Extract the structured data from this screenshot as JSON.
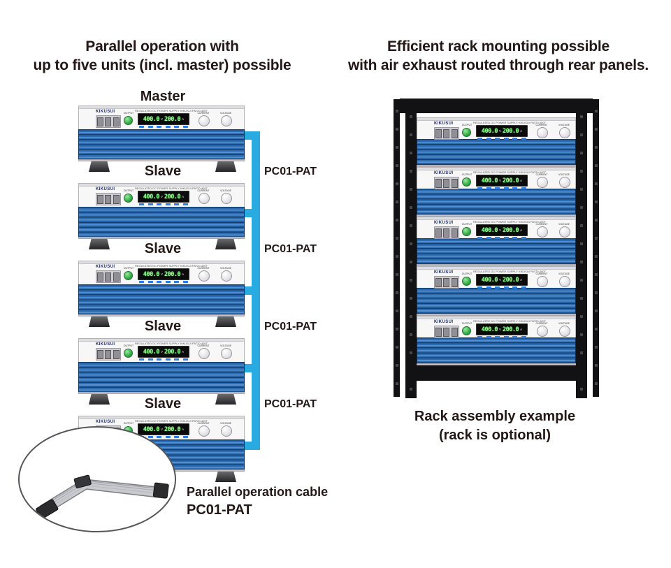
{
  "left": {
    "title_line1": "Parallel operation with",
    "title_line2": "up to five units (incl. master) possible",
    "master_label": "Master",
    "slave_label": "Slave",
    "cable_label": "PC01-PAT",
    "cable_caption_line1": "Parallel operation cable",
    "cable_caption_line2": "PC01-PAT"
  },
  "right": {
    "title_line1": "Efficient rack mounting possible",
    "title_line2": "with air exhaust routed through rear panels.",
    "caption_line1": "Rack assembly example",
    "caption_line2": "(rack is optional)"
  },
  "unit": {
    "brand": "KIKUSUI",
    "model_text": "REGULATED DC POWER SUPPLY   KIKUSUI PAT20-400T",
    "output_label": "OUTPUT",
    "display_voltage": "400.0",
    "voltage_unit": "V",
    "display_current": "200.0",
    "current_unit": "A",
    "current_knob_label": "CURRENT",
    "voltage_knob_label": "VOLTAGE"
  },
  "colors": {
    "cable_blue": "#29abe2",
    "fin_blue": "#2c6cb2",
    "text_black": "#231815",
    "display_green": "#8cf98c"
  }
}
